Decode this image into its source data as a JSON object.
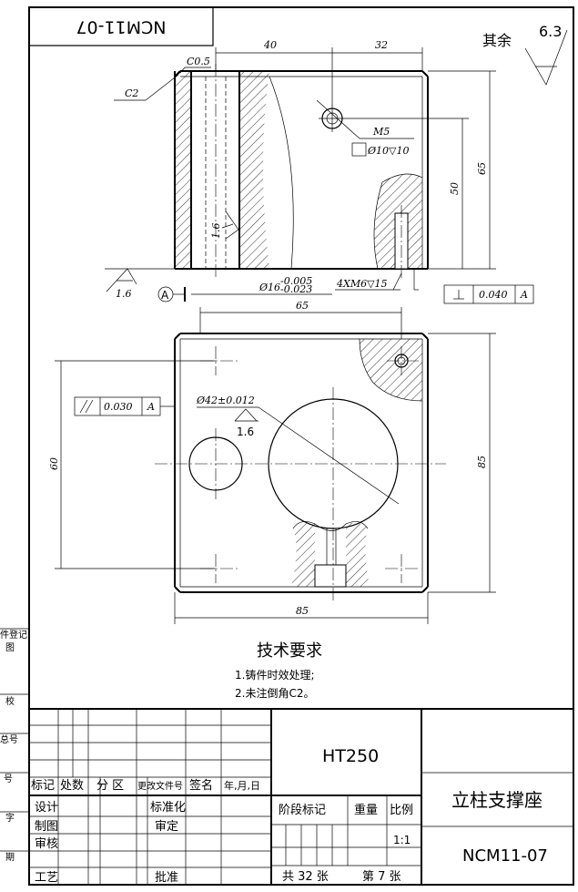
{
  "drawing_no_mirrored": "NCM11-07",
  "roughness_rest": {
    "label": "其余",
    "value": "6.3"
  },
  "dims": {
    "d40": "40",
    "d32": "32",
    "d65_side": "65",
    "d50": "50",
    "c05": "C0.5",
    "c2": "C2",
    "m5": "M5",
    "hole_depth": "Ø10▽10",
    "ra16_left": "1.6",
    "ra16_bottom": "1.6",
    "datum_a": "A",
    "d16": "Ø16",
    "d16_upper": "-0.005",
    "d16_lower": "-0.023",
    "thread4": "4XM6▽15",
    "perp_value": "0.040",
    "perp_datum": "A",
    "d65_top": "65",
    "parallel_value": "0.030",
    "parallel_datum": "A",
    "d42": "Ø42±0.012",
    "ra16_bore": "1.6",
    "d60": "60",
    "d85_side": "85",
    "d85_bottom": "85"
  },
  "tech_req": {
    "title": "技术要求",
    "items": [
      "1.铸件时效处理;",
      "2.未注倒角C2。"
    ]
  },
  "left_strip": [
    "件登记",
    "图",
    "校",
    "总号",
    "号",
    "字",
    "期"
  ],
  "title_block": {
    "material": "HT250",
    "part_name": "立柱支撑座",
    "drawing_no": "NCM11-07",
    "header_cols": [
      "标记",
      "处数",
      "分 区",
      "更改文件号",
      "签名",
      "年,月,日"
    ],
    "rows_left": [
      "设计",
      "制图",
      "审核",
      "工艺"
    ],
    "rows_mid": [
      "标准化",
      "审定",
      "",
      "批准"
    ],
    "stage_mark": "阶段标记",
    "weight": "重量",
    "scale_label": "比例",
    "scale": "1:1",
    "total": "共 32 张",
    "sheet": "第 7 张"
  }
}
